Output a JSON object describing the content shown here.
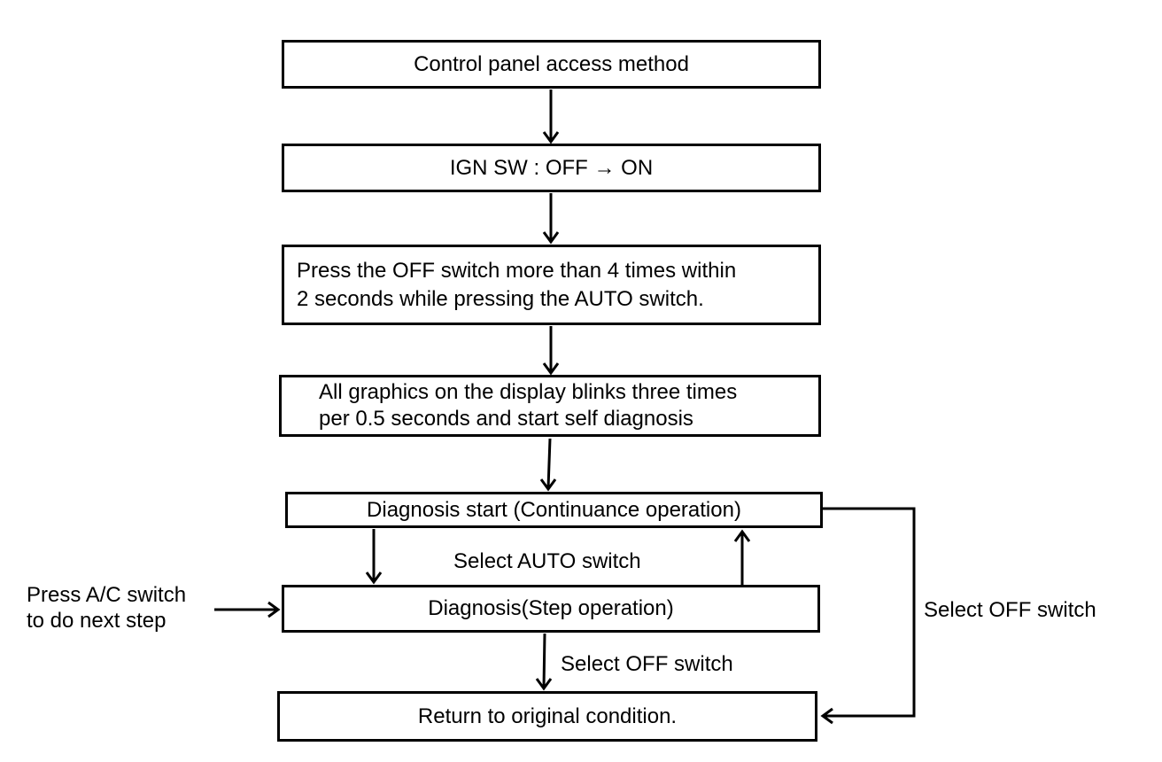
{
  "page": {
    "background_color": "#ffffff",
    "line_color": "#000000",
    "text_color": "#000000"
  },
  "flowchart": {
    "nodes": [
      {
        "label": "Control panel access method"
      },
      {
        "label": "IGN SW : OFF → ON"
      },
      {
        "lines": [
          "Press the OFF switch more than 4 times within",
          "2 seconds while pressing the AUTO switch."
        ]
      },
      {
        "lines": [
          "All graphics on the display blinks three times",
          "per 0.5 seconds and start self diagnosis"
        ]
      },
      {
        "label": "Diagnosis start (Continuance operation)"
      },
      {
        "label": "Diagnosis(Step operation)"
      },
      {
        "label": "Return to original condition."
      }
    ],
    "labels": {
      "select_auto_switch": "Select AUTO switch",
      "select_off_switch_mid": "Select OFF switch",
      "select_off_switch_right": "Select OFF switch",
      "press_ac_switch": [
        "Press A/C switch",
        "to do next step"
      ]
    }
  }
}
